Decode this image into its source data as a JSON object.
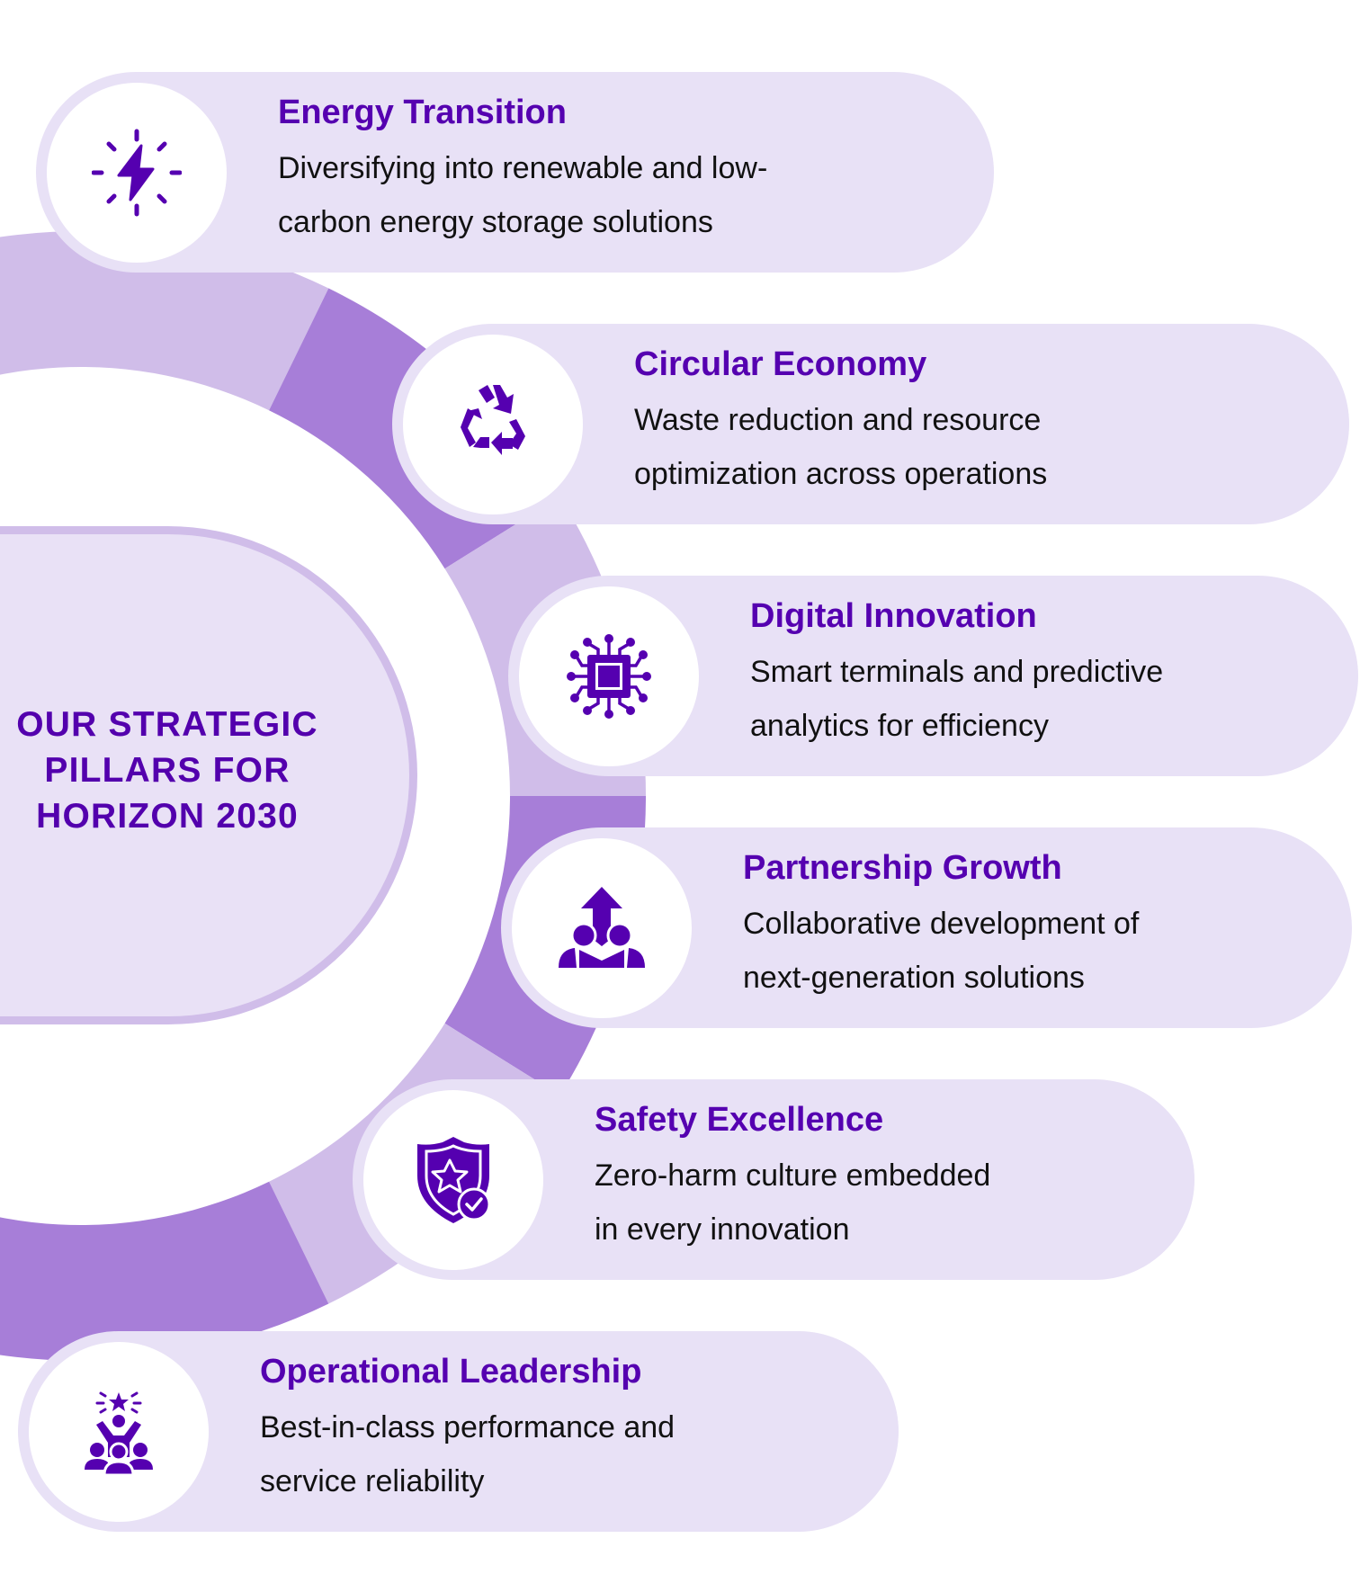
{
  "hub": {
    "lines": [
      "OUR STRATEGIC",
      "PILLARS FOR",
      "HORIZON 2030"
    ]
  },
  "colors": {
    "accent": "#5500b0",
    "pill_bg": "#e8e1f6",
    "ring_light": "#d0bde9",
    "ring_dark": "#a77ed8",
    "hub_fill": "#e9e1f6",
    "text": "#111111"
  },
  "pillars": [
    {
      "icon": "lightning-icon",
      "title": "Energy Transition",
      "desc": [
        "Diversifying into renewable and low-",
        "carbon energy storage solutions"
      ]
    },
    {
      "icon": "recycle-icon",
      "title": "Circular Economy",
      "desc": [
        "Waste reduction and resource",
        "optimization across operations"
      ]
    },
    {
      "icon": "chip-icon",
      "title": "Digital Innovation",
      "desc": [
        "Smart terminals and predictive",
        "analytics for efficiency"
      ]
    },
    {
      "icon": "team-growth-icon",
      "title": "Partnership Growth",
      "desc": [
        "Collaborative development of",
        "next-generation solutions"
      ]
    },
    {
      "icon": "shield-star-check-icon",
      "title": "Safety Excellence",
      "desc": [
        "Zero-harm culture embedded",
        "in every innovation"
      ]
    },
    {
      "icon": "leader-team-icon",
      "title": "Operational Leadership",
      "desc": [
        "Best-in-class performance and",
        "service reliability"
      ]
    }
  ]
}
